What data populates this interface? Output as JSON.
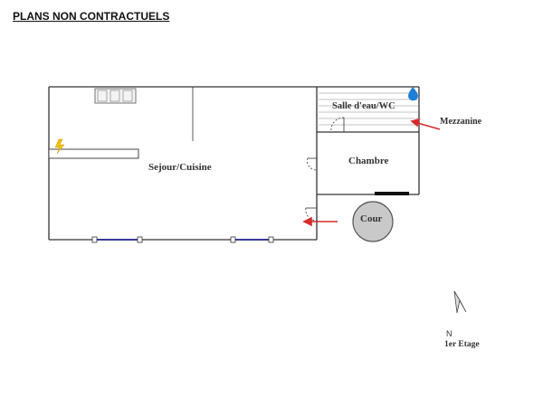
{
  "header": {
    "title": "PLANS NON CONTRACTUELS"
  },
  "rooms": {
    "sejour": "Sejour/Cuisine",
    "salle": "Salle d'eau/WC",
    "chambre": "Chambre",
    "cour": "Cour"
  },
  "labels": {
    "mezzanine": "Mezzanine",
    "north": "N",
    "floor": "1er Etage"
  },
  "icons": [
    "sink-icon",
    "water-drop-icon",
    "electric-panel-icon",
    "north-arrow-icon"
  ],
  "colors": {
    "wall": "#333333",
    "arrow": "#d62b2b",
    "window": "#3a3a9a",
    "drop": "#1e7fd6",
    "lightning": "#f2c200",
    "cour_fill": "#c9c9c9"
  }
}
